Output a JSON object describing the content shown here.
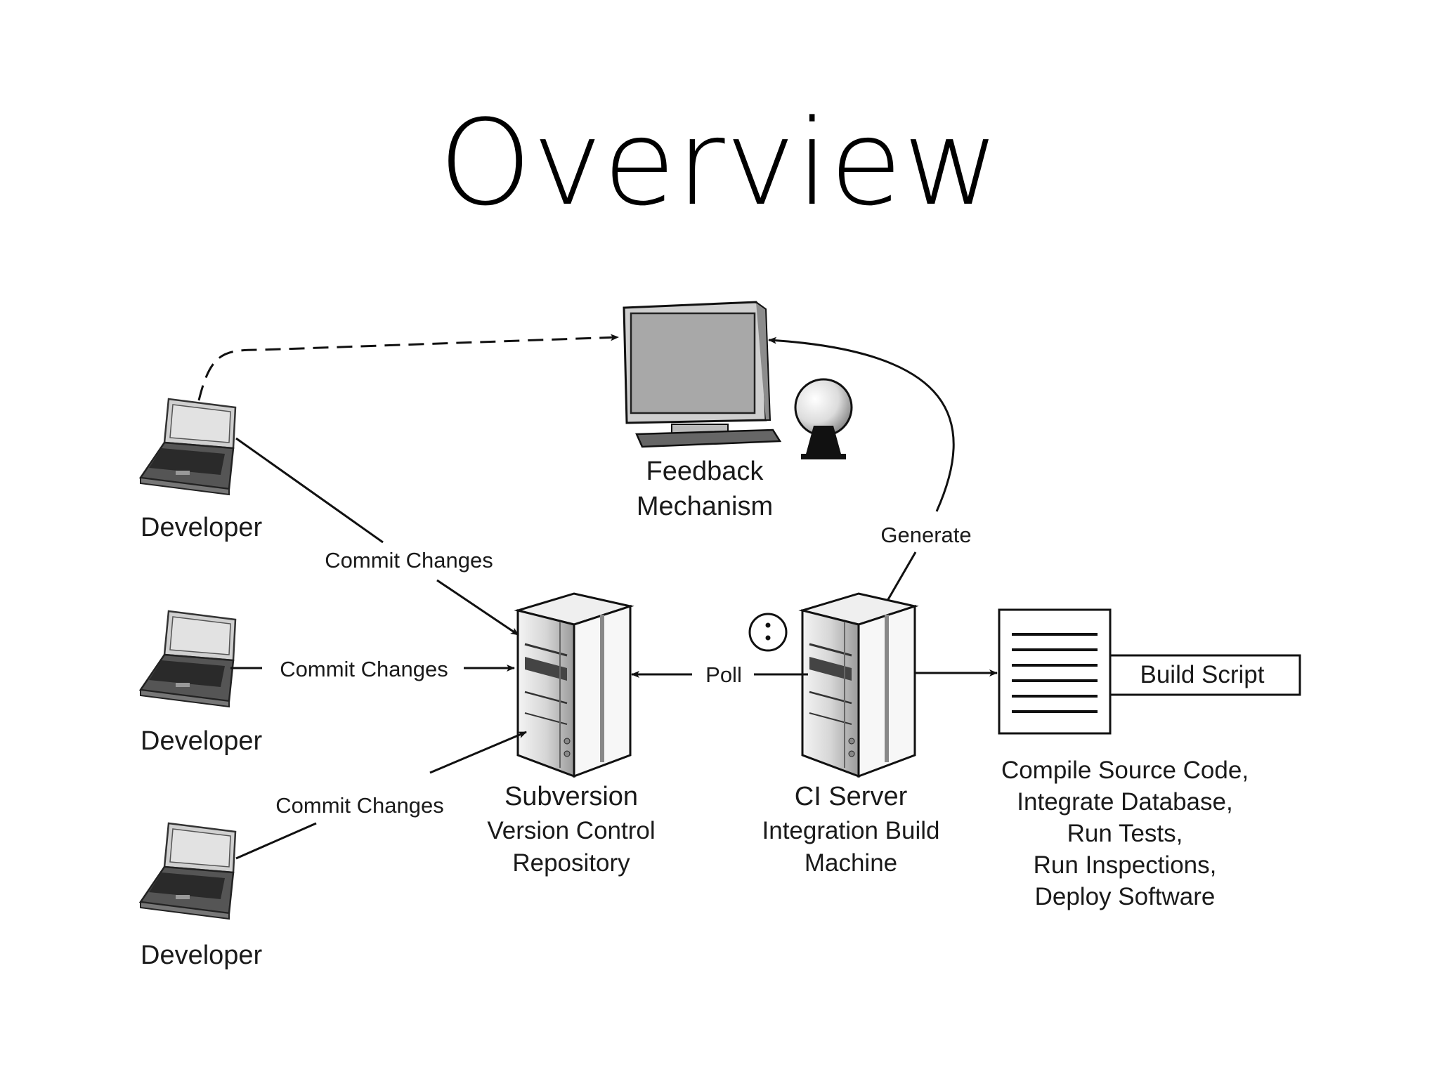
{
  "title": "Overview",
  "nodes": {
    "developer_1": "Developer",
    "developer_2": "Developer",
    "developer_3": "Developer",
    "feedback": {
      "line1": "Feedback",
      "line2": "Mechanism"
    },
    "subversion": {
      "line1": "Subversion",
      "line2": "Version Control",
      "line3": "Repository"
    },
    "ci_server": {
      "line1": "CI Server",
      "line2": "Integration Build",
      "line3": "Machine"
    },
    "build_script": "Build Script",
    "build_tasks": [
      "Compile Source Code,",
      "Integrate Database,",
      "Run Tests,",
      "Run Inspections,",
      "Deploy Software"
    ]
  },
  "edges": {
    "commit_1": "Commit Changes",
    "commit_2": "Commit Changes",
    "commit_3": "Commit Changes",
    "poll": "Poll",
    "generate": "Generate"
  },
  "icons": {
    "laptop": "laptop-icon",
    "monitor": "monitor-icon",
    "lamp": "lamp-icon",
    "server": "server-icon",
    "clock": "clock-icon",
    "document": "document-icon"
  }
}
